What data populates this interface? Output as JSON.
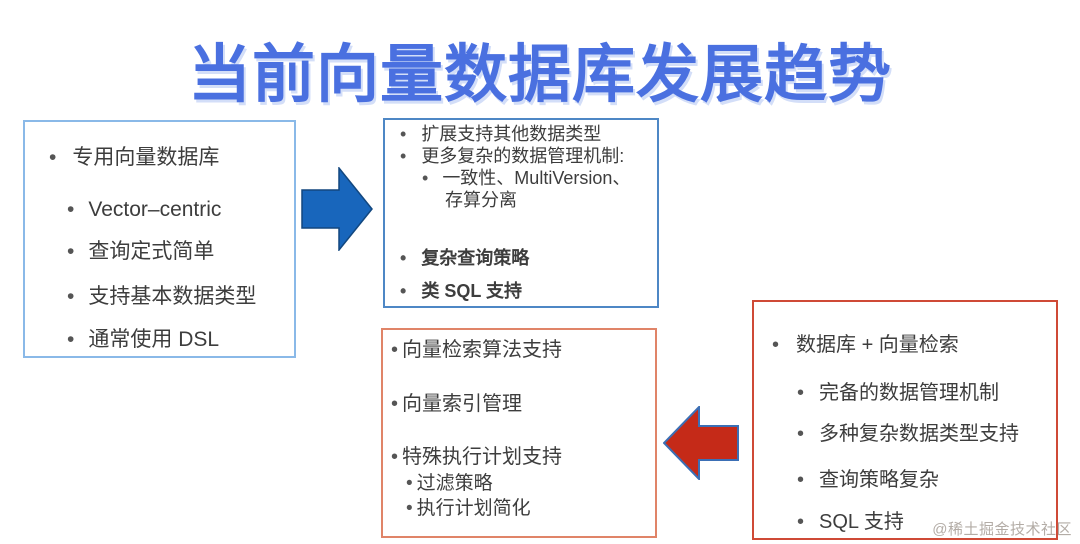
{
  "title": "当前向量数据库发展趋势",
  "colors": {
    "title": "#4a70e0",
    "text": "#3d3d3d",
    "left_box_border": "#8ab9e8",
    "top_box_border": "#4e87c5",
    "bottom_box_border": "#e08468",
    "right_box_border": "#cf4a36",
    "arrow_blue": "#1866bc",
    "arrow_blue_edge": "#12477f",
    "arrow_red": "#c52a18",
    "arrow_red_outline": "#3b6fb5",
    "watermark": "#b3aca6"
  },
  "boxes": {
    "specialized": {
      "items": [
        {
          "text": "专用向量数据库"
        },
        {
          "text": "Vector–centric"
        },
        {
          "text": "查询定式简单"
        },
        {
          "text": "支持基本数据类型"
        },
        {
          "text": "通常使用 DSL"
        }
      ]
    },
    "trend_top": {
      "items": [
        {
          "text": "扩展支持其他数据类型"
        },
        {
          "text": "更多复杂的数据管理机制:"
        },
        {
          "text": "一致性、MultiVersion、"
        },
        {
          "text": "存算分离"
        },
        {
          "text": "复杂查询策略"
        },
        {
          "text": "类 SQL 支持"
        }
      ]
    },
    "trend_bottom": {
      "items": [
        {
          "text": "向量检索算法支持"
        },
        {
          "text": "向量索引管理"
        },
        {
          "text": "特殊执行计划支持"
        },
        {
          "text": "过滤策略"
        },
        {
          "text": "执行计划简化"
        }
      ]
    },
    "database_plus": {
      "items": [
        {
          "text": "数据库 + 向量检索"
        },
        {
          "text": "完备的数据管理机制"
        },
        {
          "text": "多种复杂数据类型支持"
        },
        {
          "text": "查询策略复杂"
        },
        {
          "text": "SQL 支持"
        }
      ]
    }
  },
  "watermark": "@稀土掘金技术社区"
}
